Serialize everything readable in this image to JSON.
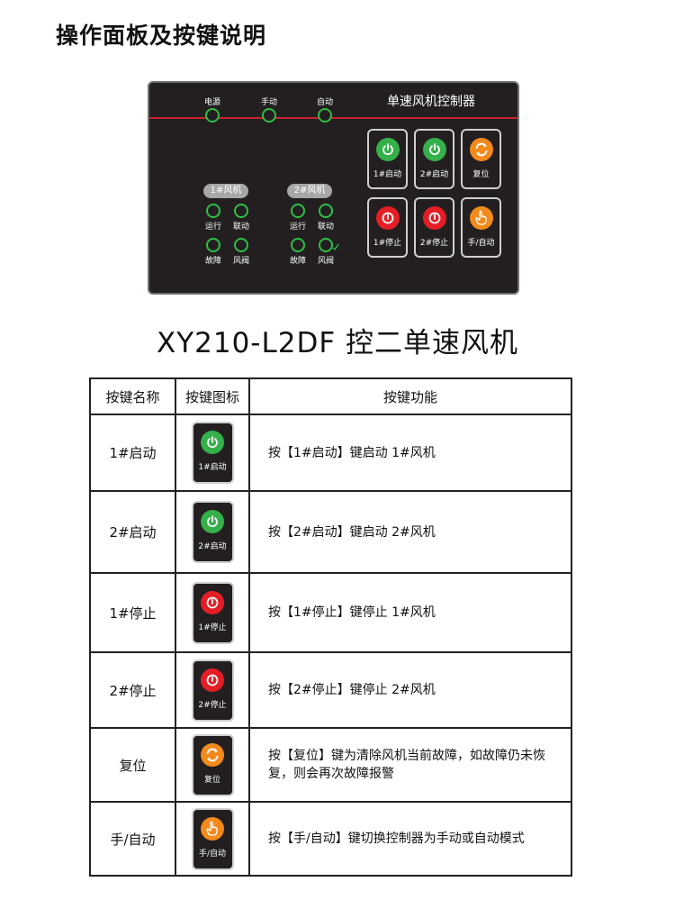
{
  "heading": "操作面板及按键说明",
  "panel": {
    "title": "单速风机控制器",
    "indicators": [
      "电源",
      "手动",
      "自动"
    ],
    "fans": [
      {
        "label": "1#风机",
        "leds": [
          "运行",
          "联动",
          "故障",
          "风阀"
        ]
      },
      {
        "label": "2#风机",
        "leds": [
          "运行",
          "联动",
          "故障",
          "风阀"
        ]
      }
    ],
    "buttons": [
      {
        "label": "1#启动",
        "icon": "power-icon",
        "color": "#35b04a"
      },
      {
        "label": "2#启动",
        "icon": "power-icon",
        "color": "#35b04a"
      },
      {
        "label": "复位",
        "icon": "reset-icon",
        "color": "#f28a1c"
      },
      {
        "label": "1#停止",
        "icon": "stop-icon",
        "color": "#e41e26"
      },
      {
        "label": "2#停止",
        "icon": "stop-icon",
        "color": "#e41e26"
      },
      {
        "label": "手/自动",
        "icon": "hand-icon",
        "color": "#f28a1c"
      }
    ]
  },
  "model": "XY210-L2DF 控二单速风机",
  "table": {
    "headers": [
      "按键名称",
      "按键图标",
      "按键功能"
    ],
    "rows": [
      {
        "name": "1#启动",
        "icon_label": "1#启动",
        "desc": "按【1#启动】键启动 1#风机"
      },
      {
        "name": "2#启动",
        "icon_label": "2#启动",
        "desc": "按【2#启动】键启动 2#风机"
      },
      {
        "name": "1#停止",
        "icon_label": "1#停止",
        "desc": "按【1#停止】键停止 1#风机"
      },
      {
        "name": "2#停止",
        "icon_label": "2#停止",
        "desc": "按【2#停止】键停止 2#风机"
      },
      {
        "name": "复位",
        "icon_label": "复位",
        "desc": "按【复位】键为清除风机当前故障，如故障仍未恢复，则会再次故障报警"
      },
      {
        "name": "手/自动",
        "icon_label": "手/自动",
        "desc": "按【手/自动】键切换控制器为手动或自动模式"
      }
    ]
  }
}
